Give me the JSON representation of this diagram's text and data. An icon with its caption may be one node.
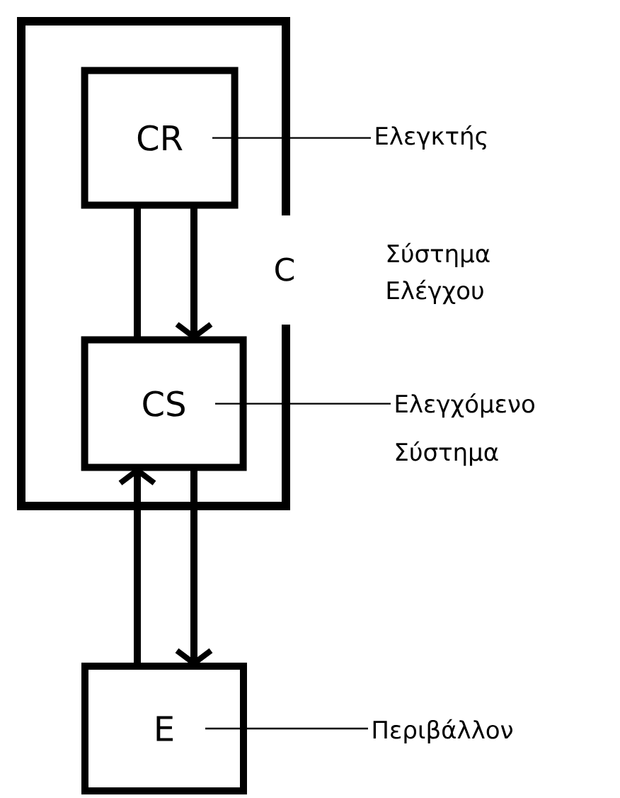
{
  "diagram": {
    "nodes": [
      {
        "text": [
          "C"
        ],
        "beside": [
          "Σύστημα Ελέγχου"
        ]
      },
      {
        "text": [
          "CR"
        ],
        "in": 0
      },
      {
        "text": [
          "CS"
        ],
        "in": 0
      },
      {
        "text": [
          "E"
        ]
      },
      {
        "text": [
          "Ελεγκτής"
        ]
      },
      {
        "text": [
          "Ελεγχόμενο Σύστημα"
        ]
      },
      {
        "text": [
          "Περιβάλλον"
        ]
      }
    ],
    "edges": [
      {
        "from": 1,
        "to": 2,
        "arrow": "none"
      },
      {
        "from": 1,
        "to": 2,
        "arrow": "to"
      },
      {
        "from": 3,
        "to": 2,
        "arrow": "to"
      },
      {
        "from": 2,
        "to": 3,
        "arrow": "to"
      },
      {
        "from": 4,
        "to": 1,
        "arrow": "none"
      },
      {
        "from": 5,
        "to": 2,
        "arrow": "none"
      },
      {
        "from": 6,
        "to": 3,
        "arrow": "none"
      }
    ]
  }
}
